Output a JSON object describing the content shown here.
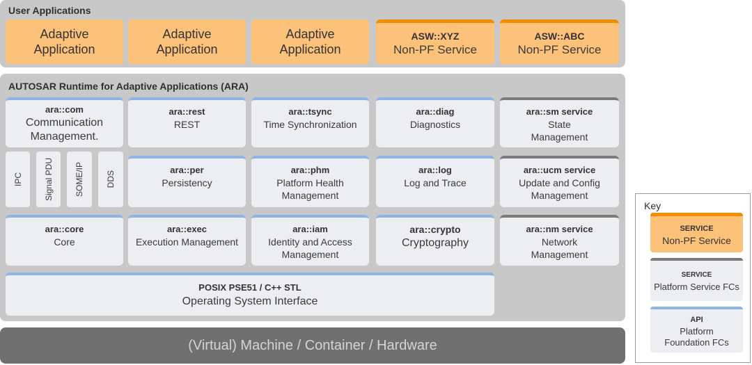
{
  "user_apps": {
    "title": "User Applications",
    "apps": [
      {
        "line1": "Adaptive",
        "line2": "Application"
      },
      {
        "line1": "Adaptive",
        "line2": "Application"
      },
      {
        "line1": "Adaptive",
        "line2": "Application"
      }
    ],
    "services": [
      {
        "name": "ASW::XYZ",
        "desc": "Non-PF Service"
      },
      {
        "name": "ASW::ABC",
        "desc": "Non-PF Service"
      }
    ]
  },
  "ara": {
    "title": "AUTOSAR Runtime for Adaptive Applications (ARA)",
    "com": {
      "name": "ara::com",
      "desc1": "Communication",
      "desc2": "Management."
    },
    "com_protocols": [
      "IPC",
      "Signal PDU",
      "SOME/IP",
      "DDS"
    ],
    "rest": {
      "name": "ara::rest",
      "desc": "REST"
    },
    "tsync": {
      "name": "ara::tsync",
      "desc": "Time Synchronization"
    },
    "diag": {
      "name": "ara::diag",
      "desc": "Diagnostics"
    },
    "sm": {
      "name": "ara::sm service",
      "desc1": "State",
      "desc2": "Management"
    },
    "per": {
      "name": "ara::per",
      "desc": "Persistency"
    },
    "phm": {
      "name": "ara::phm",
      "desc1": "Platform Health",
      "desc2": "Management"
    },
    "log": {
      "name": "ara::log",
      "desc": "Log and Trace"
    },
    "ucm": {
      "name": "ara::ucm service",
      "desc1": "Update and Config",
      "desc2": "Management"
    },
    "core": {
      "name": "ara::core",
      "desc": "Core"
    },
    "exec": {
      "name": "ara::exec",
      "desc": "Execution Management"
    },
    "iam": {
      "name": "ara::iam",
      "desc1": "Identity and Access",
      "desc2": "Management"
    },
    "crypto": {
      "name": "ara::crypto",
      "desc": "Cryptography"
    },
    "nm": {
      "name": "ara::nm service",
      "desc1": "Network",
      "desc2": "Management"
    },
    "posix": {
      "name": "POSIX PSE51 / C++ STL",
      "desc": "Operating System Interface"
    }
  },
  "hardware": {
    "label": "(Virtual) Machine / Container / Hardware"
  },
  "key": {
    "title": "Key",
    "items": [
      {
        "tag": "SERVICE",
        "desc": "Non-PF Service"
      },
      {
        "tag": "SERVICE",
        "desc": "Platform Service FCs"
      },
      {
        "tag": "API",
        "desc1": "Platform",
        "desc2": "Foundation FCs"
      }
    ]
  },
  "colors": {
    "orange_fill": "#fcc27a",
    "orange_accent": "#f28c00",
    "blue_accent": "#8fb4e3",
    "gray_accent": "#7a7a7a",
    "panel": "#c8c8c8",
    "hardware": "#707070"
  }
}
